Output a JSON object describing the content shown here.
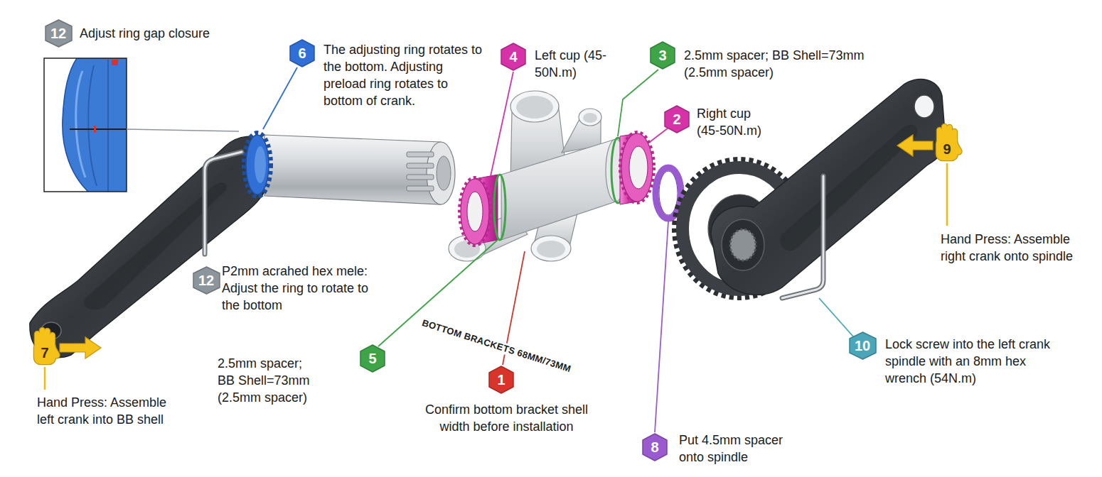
{
  "diagram": {
    "nodes": [
      {
        "text": [
          "12",
          "Adjust ring gap closure"
        ]
      },
      {
        "text": [
          "6",
          "The adjusting ring rotates to the bottom. Adjusting preload ring rotates to bottom of crank."
        ]
      },
      {
        "text": [
          "4",
          "Left cup (45-50N.m)"
        ]
      },
      {
        "text": [
          "3",
          "2.5mm spacer; BB Shell=73mm (2.5mm spacer)"
        ]
      },
      {
        "text": [
          "2",
          "Right cup (45-50N.m)"
        ]
      },
      {
        "text": [
          "9",
          "Hand Press: Assemble right crank onto spindle"
        ]
      },
      {
        "text": [
          "12",
          "P2mm acrahed hex mele: Adjust the ring to rotate to the bottom"
        ]
      },
      {
        "text": [
          "10",
          "Lock screw into the left crank spindle with an 8mm hex wrench (54N.m)"
        ]
      },
      {
        "text": [
          "7",
          "Hand Press: Assemble left crank into BB shell"
        ]
      },
      {
        "text": [
          "5"
        ]
      },
      {
        "text": [
          "1",
          "Confirm bottom bracket shell width before installation"
        ]
      },
      {
        "text": [
          "8",
          "Put 4.5mm spacer onto spindle"
        ]
      }
    ],
    "labels": [
      "2.5mm spacer; BB Shell=73mm (2.5mm spacer)",
      "BOTTOM BRACKETS 68MM/73MM"
    ]
  }
}
